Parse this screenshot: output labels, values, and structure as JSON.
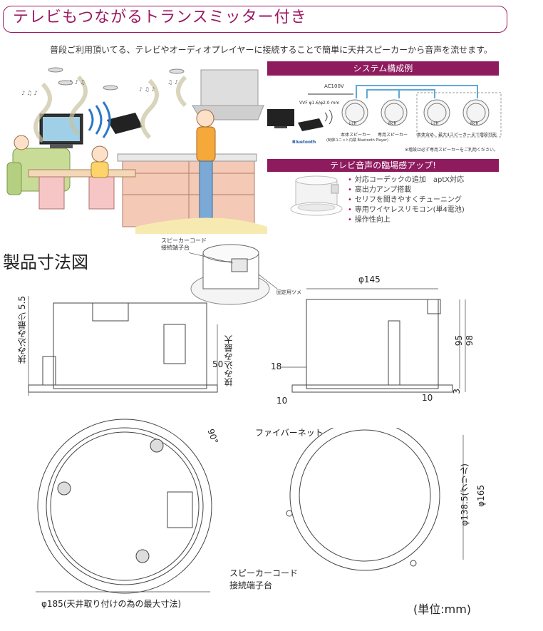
{
  "title": "テレビもつながるトランスミッター付き",
  "intro": "普段ご利用頂いてる、テレビやオーディオプレイヤーに接続することで簡単に天井スピーカーから音声を流せます。",
  "system": {
    "header": "システム構成例",
    "ac_label": "AC100V",
    "cable_label": "VVF φ1.6/φ2.0 mm",
    "bluetooth_label": "Bluetooth",
    "main_speaker": "本体スピーカー",
    "main_speaker_note": "(制御ユニット内蔵 Bluetooth Player)",
    "dedicated_speaker": "専用スピーカー",
    "expand_label": "本体含め、最大4スピーカーまで増設可能",
    "note": "※増設は必ず専用スピーカーをご利用ください。",
    "lch": "Lch",
    "rch": "Rch"
  },
  "features": {
    "header": "テレビ音声の臨場感アップ!",
    "items": [
      "対応コーデックの追加　aptX対応",
      "高出力アンプ搭載",
      "セリフを聞きやすくチューニング",
      "専用ワイヤレスリモコン(単4電池)",
      "操作性向上"
    ]
  },
  "dimensions": {
    "heading": "製品寸法図",
    "terminal_label_1": "スピーカーコード",
    "terminal_label_2": "接続端子台",
    "clip_label": "固定用ツメ",
    "insert_min": "挟み込み最少 5.5",
    "insert_max_value": "50",
    "insert_max_label": "挟み込み最大",
    "phi145": "φ145",
    "d95": "95",
    "d98": "98",
    "d18": "18",
    "d10a": "10",
    "d10b": "10",
    "d3": "3",
    "d90": "90°",
    "fiber_net": "ファイバーネット",
    "grill": "φ138.5(グリル)",
    "phi165": "φ165",
    "phi185": "φ185(天井取り付けの為の最大寸法)",
    "unit": "(単位:mm)"
  },
  "colors": {
    "accent": "#9c1a63",
    "header_bg": "#8e1b5e"
  }
}
